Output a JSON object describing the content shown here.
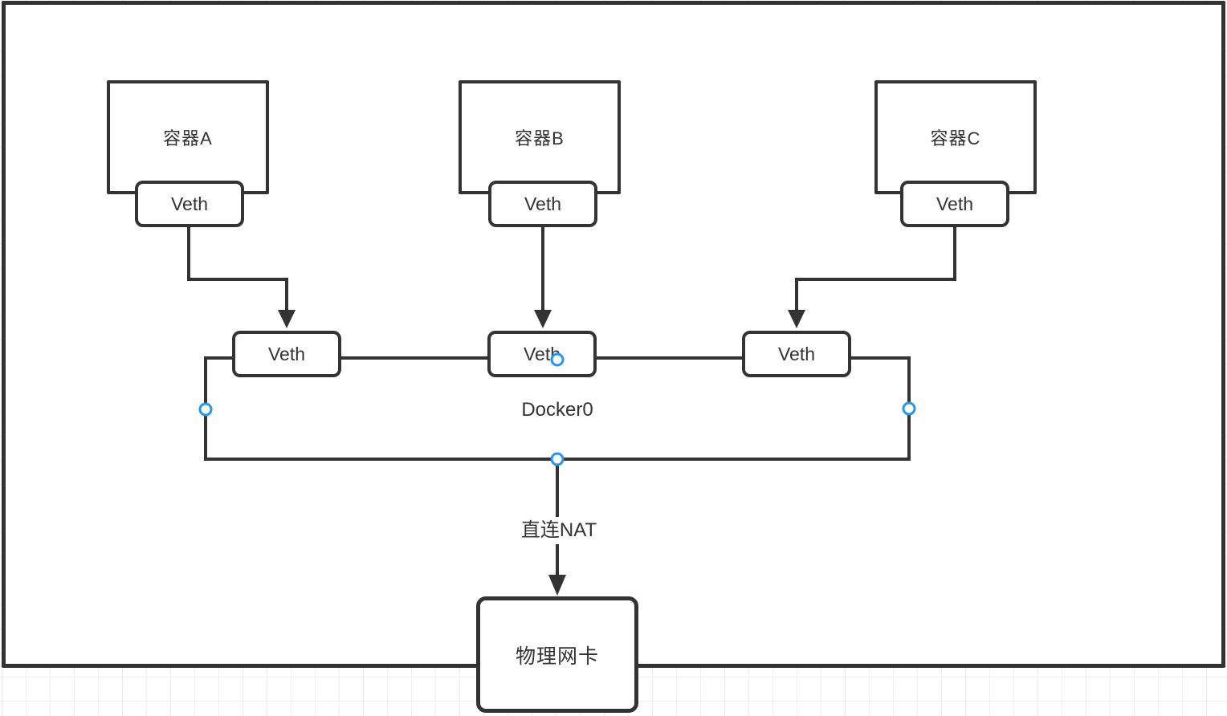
{
  "diagram": {
    "containers": [
      {
        "label": "容器A"
      },
      {
        "label": "容器B"
      },
      {
        "label": "容器C"
      }
    ],
    "veth_label": "Veth",
    "bridge": {
      "label": "Docker0"
    },
    "nat": {
      "label": "直连NAT"
    },
    "nic": {
      "label": "物理网卡"
    },
    "colors": {
      "stroke": "#333333",
      "text": "#333333",
      "shape_fill": "#ffffff",
      "connection_point": "#2196f3"
    }
  }
}
